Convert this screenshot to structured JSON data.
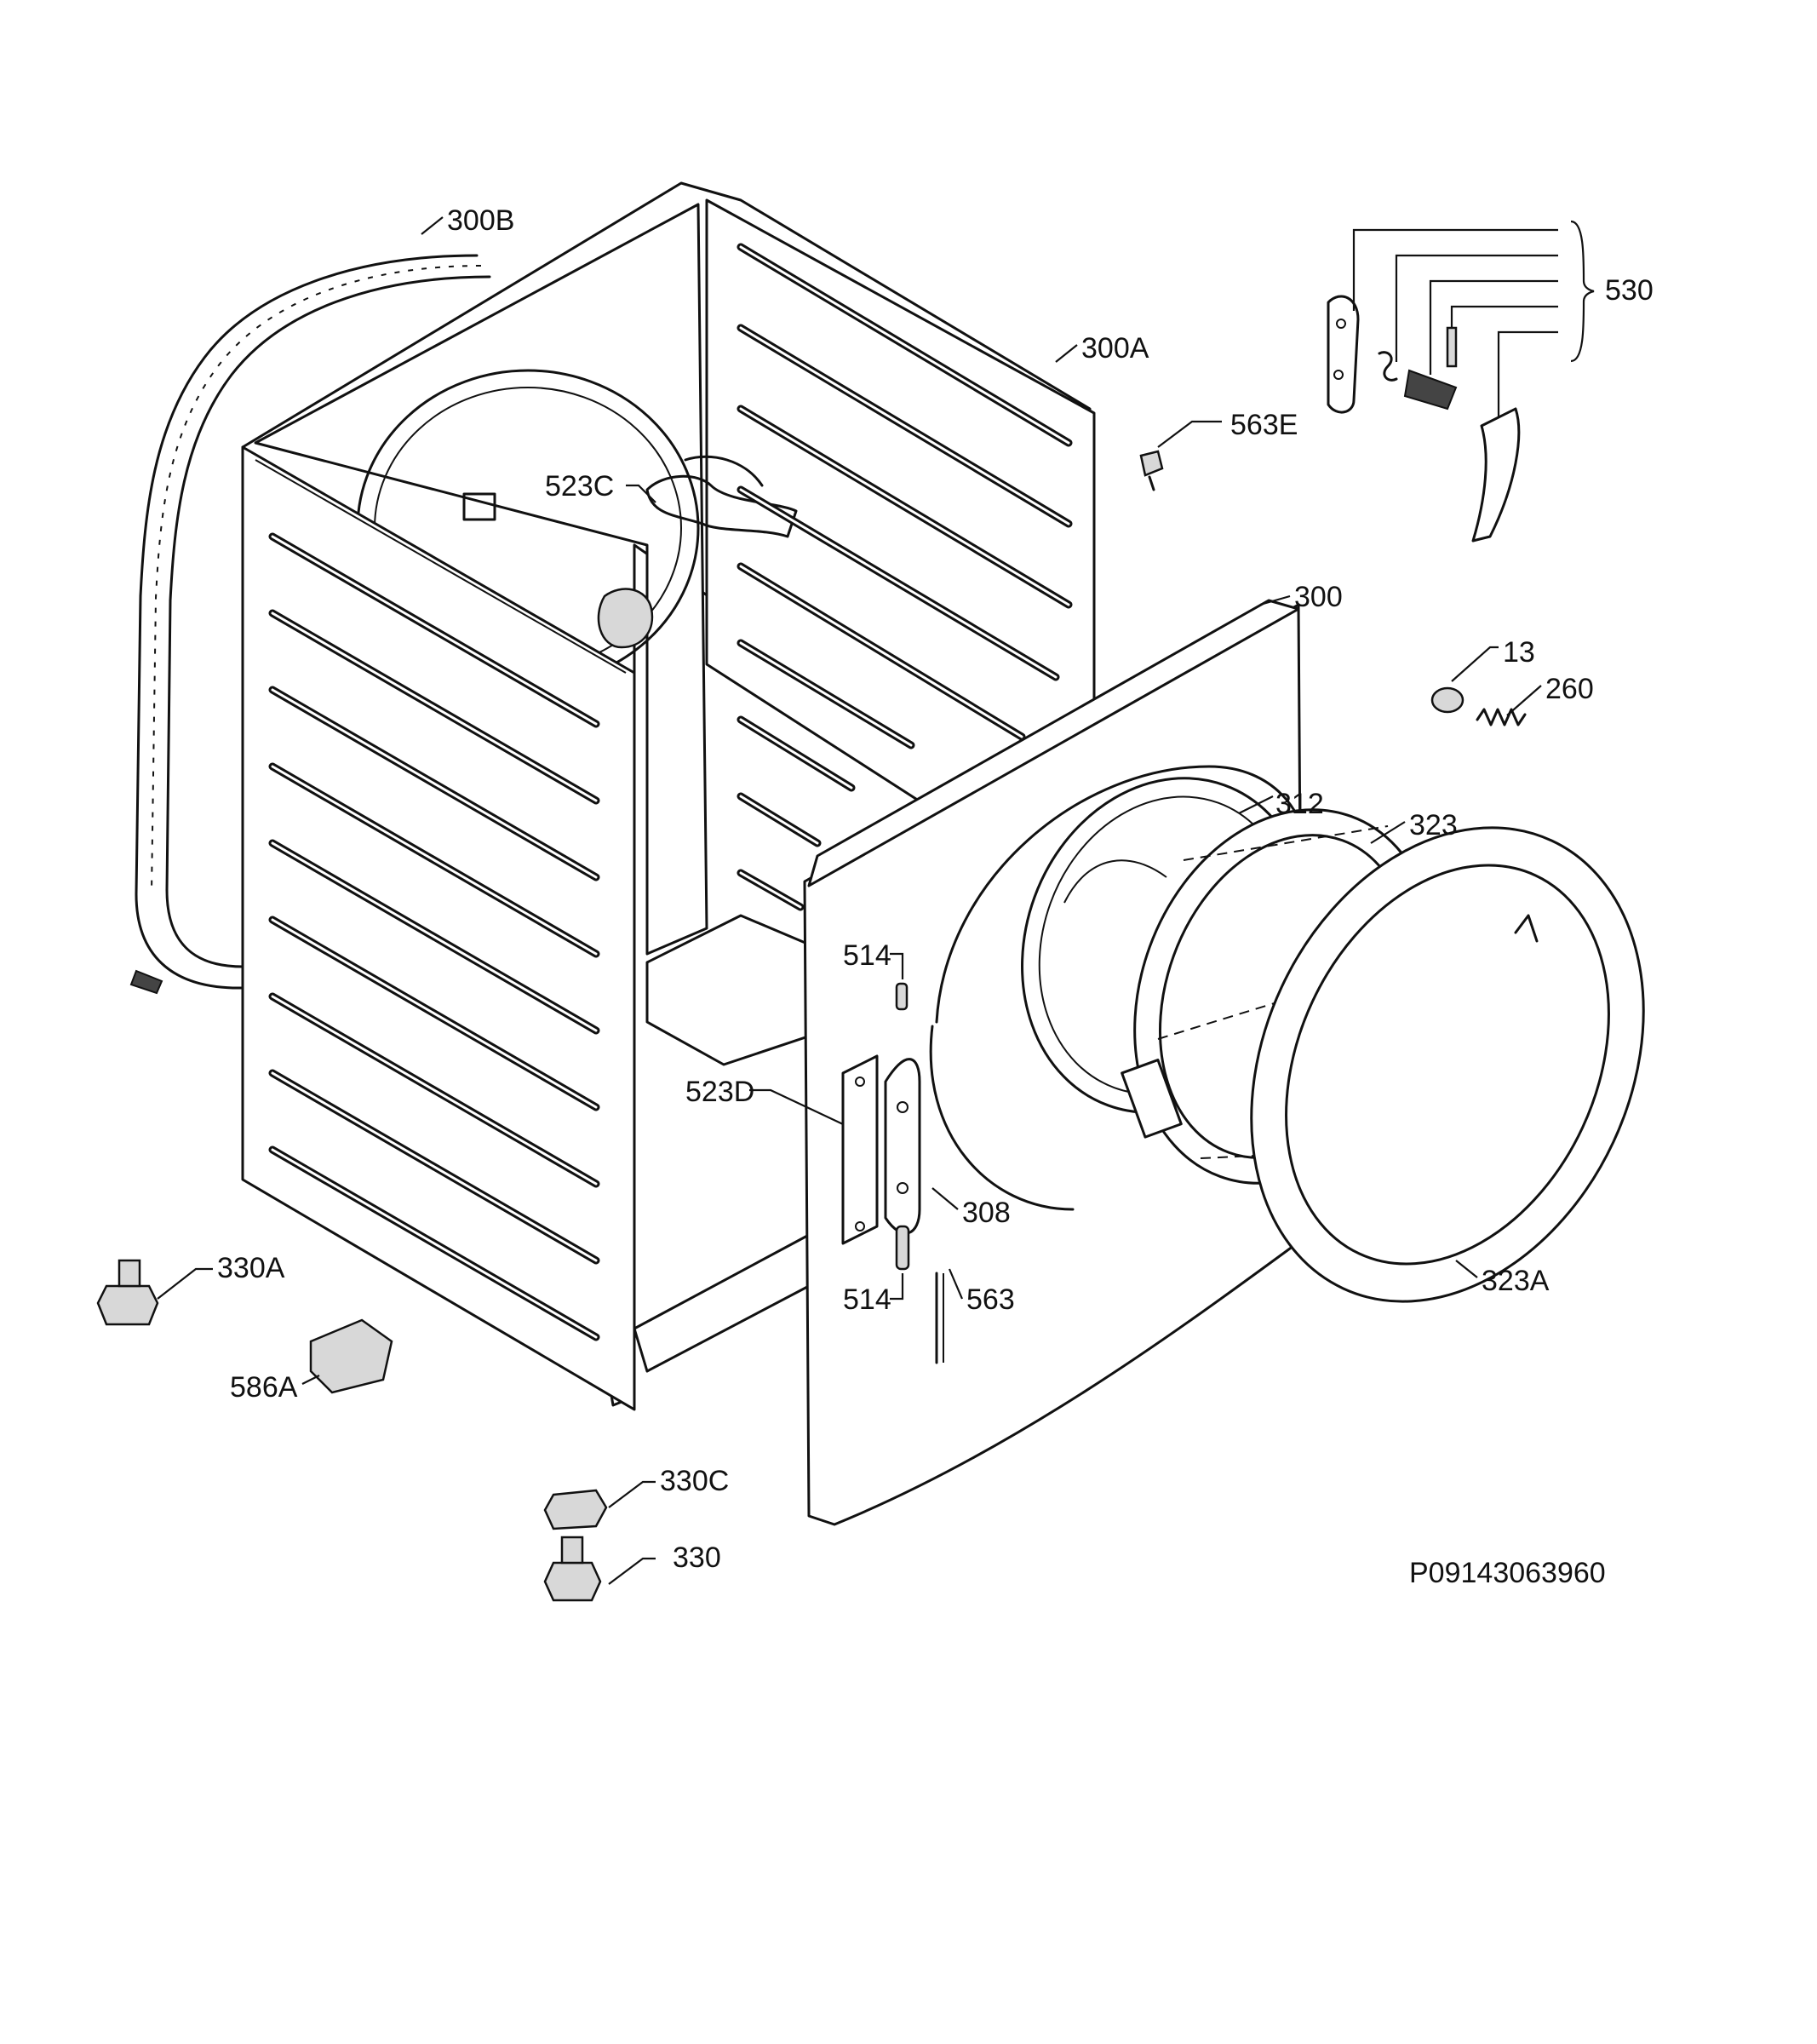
{
  "drawing_id": "P09143063960",
  "labels": {
    "l300B": "300B",
    "l300A": "300A",
    "l530": "530",
    "l563E": "563E",
    "l523C": "523C",
    "l300": "300",
    "l13": "13",
    "l260": "260",
    "l312": "312",
    "l323": "323",
    "l514a": "514",
    "l523D": "523D",
    "l308": "308",
    "l514b": "514",
    "l563": "563",
    "l323A": "323A",
    "l330A": "330A",
    "l586A": "586A",
    "l330C": "330C",
    "l330": "330"
  }
}
